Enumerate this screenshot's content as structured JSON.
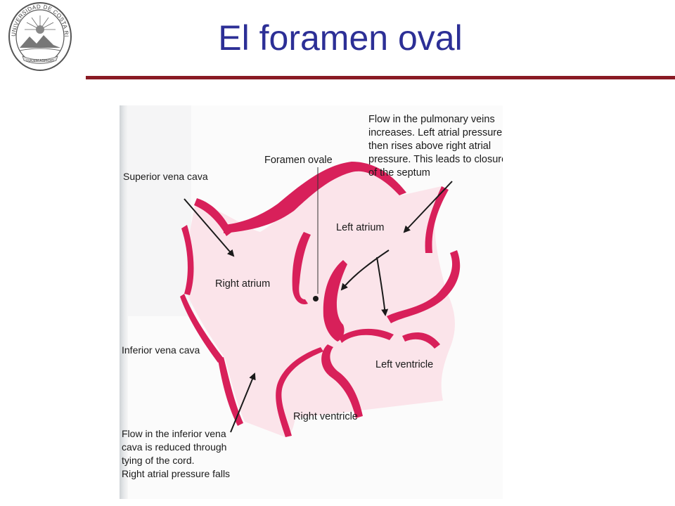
{
  "slide": {
    "title": "El foramen oval"
  },
  "logo": {
    "ring_text": "UNIVERSIDAD DE COSTA RICA",
    "motto": "LUCEM ASPICIO"
  },
  "diagram": {
    "labels": {
      "foramen_ovale": "Foramen ovale",
      "superior_vena_cava": "Superior vena cava",
      "right_atrium": "Right atrium",
      "left_atrium": "Left atrium",
      "inferior_vena_cava": "Inferior vena cava",
      "left_ventricle": "Left ventricle",
      "right_ventricle": "Right ventricle"
    },
    "annotations": {
      "pulmonary_flow": [
        "Flow in the pulmonary veins",
        "increases. Left atrial pressure",
        "then rises above right atrial",
        "pressure. This leads to closure",
        "of the septum"
      ],
      "ivc_flow": [
        "Flow in the inferior vena",
        "cava is reduced through",
        "tying of the cord.",
        "Right atrial pressure falls"
      ]
    },
    "colors": {
      "wall": "#d8205a",
      "chamber": "#fbe4ea",
      "arrow": "#1a1a1a"
    }
  }
}
